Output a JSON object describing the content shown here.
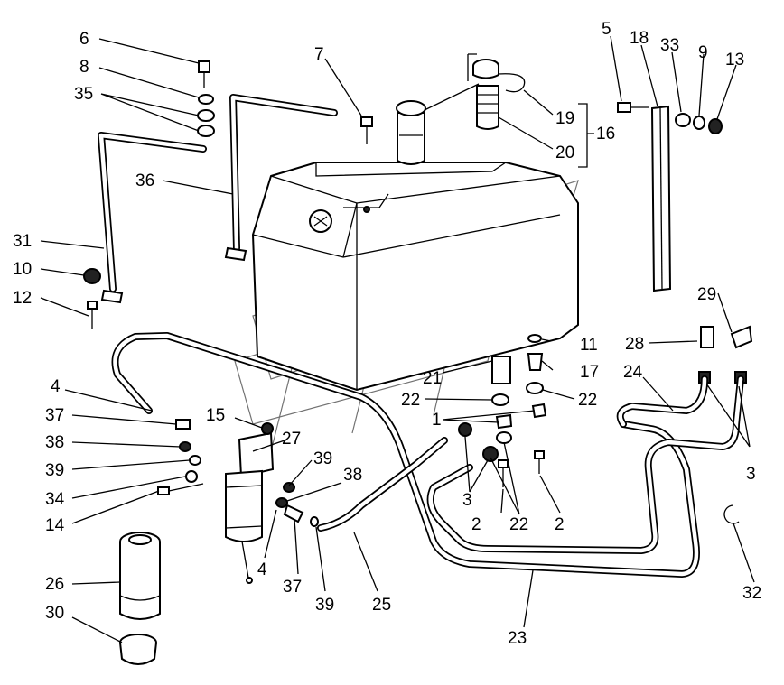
{
  "figure": {
    "callouts": [
      {
        "id": "c6",
        "text": "6"
      },
      {
        "id": "c8",
        "text": "8"
      },
      {
        "id": "c35",
        "text": "35"
      },
      {
        "id": "c7",
        "text": "7"
      },
      {
        "id": "c36",
        "text": "36"
      },
      {
        "id": "c31",
        "text": "31"
      },
      {
        "id": "c10",
        "text": "10"
      },
      {
        "id": "c12",
        "text": "12"
      },
      {
        "id": "c5",
        "text": "5"
      },
      {
        "id": "c18",
        "text": "18"
      },
      {
        "id": "c33",
        "text": "33"
      },
      {
        "id": "c9",
        "text": "9"
      },
      {
        "id": "c13",
        "text": "13"
      },
      {
        "id": "c19",
        "text": "19"
      },
      {
        "id": "c16",
        "text": "16"
      },
      {
        "id": "c20",
        "text": "20"
      },
      {
        "id": "c29",
        "text": "29"
      },
      {
        "id": "c28",
        "text": "28"
      },
      {
        "id": "c11",
        "text": "11"
      },
      {
        "id": "c17",
        "text": "17"
      },
      {
        "id": "c21",
        "text": "21"
      },
      {
        "id": "c24",
        "text": "24"
      },
      {
        "id": "c22a",
        "text": "22"
      },
      {
        "id": "c22b",
        "text": "22"
      },
      {
        "id": "c1",
        "text": "1"
      },
      {
        "id": "c4a",
        "text": "4"
      },
      {
        "id": "c37a",
        "text": "37"
      },
      {
        "id": "c15",
        "text": "15"
      },
      {
        "id": "c27",
        "text": "27"
      },
      {
        "id": "c38a",
        "text": "38"
      },
      {
        "id": "c39a",
        "text": "39"
      },
      {
        "id": "c39b",
        "text": "39"
      },
      {
        "id": "c38b",
        "text": "38"
      },
      {
        "id": "c34",
        "text": "34"
      },
      {
        "id": "c14",
        "text": "14"
      },
      {
        "id": "c3a",
        "text": "3"
      },
      {
        "id": "c3b",
        "text": "3"
      },
      {
        "id": "c2a",
        "text": "2"
      },
      {
        "id": "c22c",
        "text": "22"
      },
      {
        "id": "c2b",
        "text": "2"
      },
      {
        "id": "c4b",
        "text": "4"
      },
      {
        "id": "c26",
        "text": "26"
      },
      {
        "id": "c37b",
        "text": "37"
      },
      {
        "id": "c30",
        "text": "30"
      },
      {
        "id": "c39c",
        "text": "39"
      },
      {
        "id": "c25",
        "text": "25"
      },
      {
        "id": "c23",
        "text": "23"
      },
      {
        "id": "c32",
        "text": "32"
      }
    ]
  }
}
